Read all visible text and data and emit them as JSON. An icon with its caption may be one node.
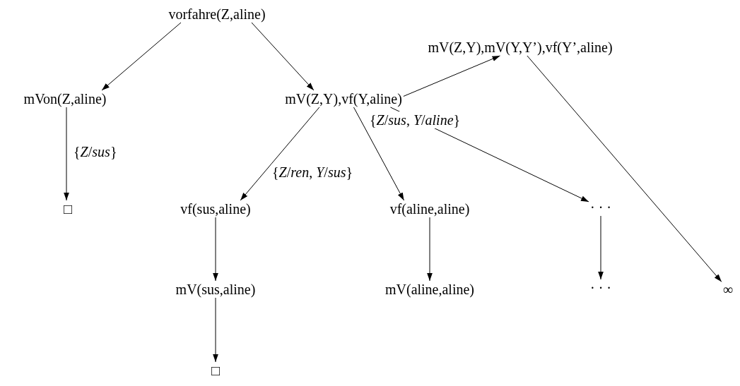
{
  "diagram": {
    "nodes": [
      {
        "text": [
          "vorfahre(Z,aline)"
        ]
      },
      {
        "text": [
          "mVon(Z,aline)"
        ]
      },
      {
        "text": [
          "mV(Z,Y),vf(Y,aline)"
        ]
      },
      {
        "text": [
          "mV(Z,Y),mV(Y,Y’),vf(Y’,aline)"
        ]
      },
      {
        "text": [
          "□"
        ]
      },
      {
        "text": [
          "vf(sus,aline)"
        ]
      },
      {
        "text": [
          "vf(aline,aline)"
        ]
      },
      {
        "text": [
          "· · ·"
        ]
      },
      {
        "text": [
          "mV(sus,aline)"
        ]
      },
      {
        "text": [
          "mV(aline,aline)"
        ]
      },
      {
        "text": [
          "· · ·"
        ]
      },
      {
        "text": [
          "∞"
        ]
      },
      {
        "text": [
          "□"
        ]
      }
    ],
    "edges": [
      {
        "from": 0,
        "to": 1,
        "arrow": "to"
      },
      {
        "from": 0,
        "to": 2,
        "arrow": "to"
      },
      {
        "from": 2,
        "to": 3,
        "arrow": "to"
      },
      {
        "from": 3,
        "to": 11,
        "arrow": "to"
      },
      {
        "from": 1,
        "to": 4,
        "arrow": "to",
        "label": "{*Z*/*sus*}"
      },
      {
        "from": 2,
        "to": 5,
        "arrow": "to",
        "label": "{*Z*/*ren*, *Y*/*sus*}"
      },
      {
        "from": 2,
        "to": 6,
        "arrow": "to",
        "label": "{*Z*/*sus*, *Y*/*aline*}"
      },
      {
        "from": 2,
        "to": 7,
        "arrow": "to"
      },
      {
        "from": 5,
        "to": 8,
        "arrow": "to"
      },
      {
        "from": 8,
        "to": 12,
        "arrow": "to"
      },
      {
        "from": 6,
        "to": 9,
        "arrow": "to"
      },
      {
        "from": 7,
        "to": 10,
        "arrow": "to"
      }
    ]
  }
}
